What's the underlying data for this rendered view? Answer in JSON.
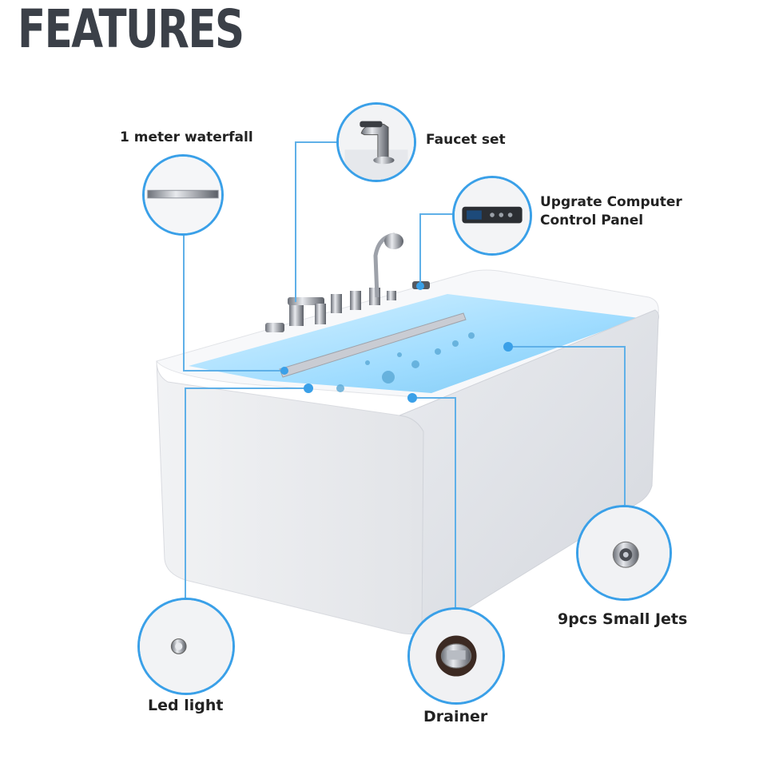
{
  "title": "FEATURES",
  "features": {
    "waterfall": "1 meter waterfall",
    "faucet": "Faucet set",
    "control_panel": "Upgrate Computer\nControl Panel",
    "jets": "9pcs Small Jets",
    "led": "Led light",
    "drainer": "Drainer"
  },
  "colors": {
    "accent": "#3aa0e8",
    "title": "#3b4048"
  }
}
